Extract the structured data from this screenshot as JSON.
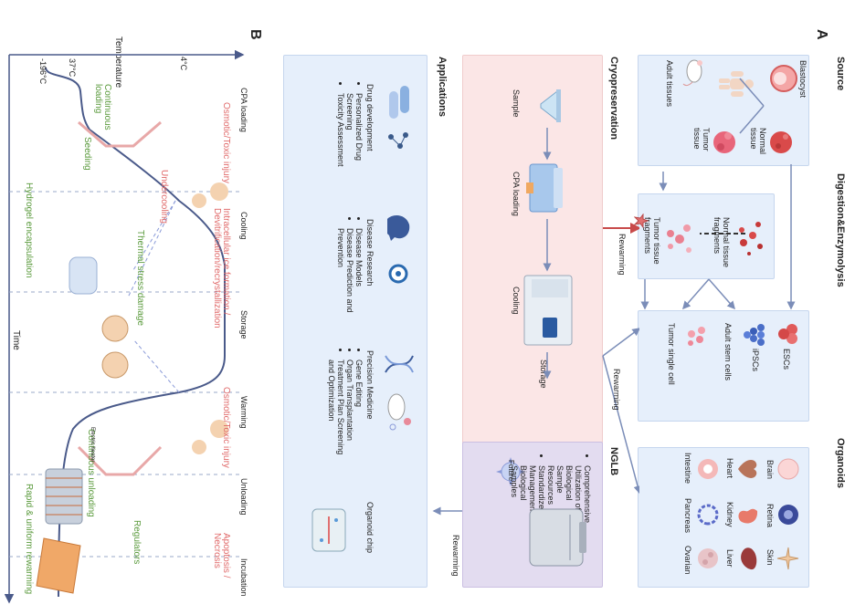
{
  "panel_a": {
    "letter": "A",
    "source": {
      "title": "Source",
      "items": [
        "Blastocyst",
        "Adult tissues",
        "Normal tissue",
        "Tumor tissue"
      ]
    },
    "digestion": {
      "title": "Digestion&Enzymolysis",
      "items": [
        "Normal tissue fragments",
        "Tumor tissue fragments"
      ]
    },
    "cells": {
      "items": [
        "ESCs",
        "iPSCs",
        "Adult stem cells",
        "Tumor single cell"
      ]
    },
    "organoids": {
      "title": "Organoids",
      "items": [
        "Brain",
        "Retina",
        "Skin",
        "Heart",
        "Kidney",
        "Liver",
        "Intestine",
        "Pancreas",
        "Ovarian"
      ]
    },
    "cryopreservation": {
      "title": "Cryopreservation",
      "steps": [
        "Sample",
        "CPA loading",
        "Cooling",
        "Storage"
      ]
    },
    "nglb": {
      "title": "NGLB",
      "future": "Future",
      "bullets": [
        "Comprehensive Utilization of Biological Sample Resources",
        "Standardized Management of Biological Samples"
      ]
    },
    "applications": {
      "title": "Applications",
      "groups": [
        {
          "title": "Drug development",
          "bullets": [
            "Personalized Drug Screening",
            "Toxicity Assessment"
          ]
        },
        {
          "title": "Disease Research",
          "bullets": [
            "Disease Models",
            "Disease Prediction and Prevention"
          ]
        },
        {
          "title": "Precision Medicine",
          "bullets": [
            "Gene Editing",
            "Organ Transplantation",
            "Treatment Plan Screening and Optimization"
          ]
        },
        {
          "title": "Organoid chip",
          "bullets": []
        }
      ]
    },
    "rewarming_labels": [
      "Rewarming",
      "Rewarming",
      "Rewarming"
    ]
  },
  "panel_b": {
    "letter": "B",
    "x_axis_label": "Time",
    "y_axis_label": "Temperature",
    "temperatures": [
      "37°C",
      "4°C",
      "-196°C"
    ],
    "stages": [
      "CPA loading",
      "Cooling",
      "Storage",
      "Warming",
      "Unloading",
      "Incubation"
    ],
    "injuries": [
      "Osmotic/Toxic injury",
      "Undercooling",
      "Intracellular ice formation / Devitrification/recrystallization",
      "Thermal stress damage",
      "Osmotic/Toxic injury",
      "Apoptosis / Necrosis"
    ],
    "strategies": [
      "Continuous loading",
      "Seeding",
      "Hydrogel encapsulation",
      "Continuous unloading",
      "Regulators",
      "Rapid & uniform rewarming"
    ],
    "device_label": "Electric heater"
  },
  "colors": {
    "blue_panel": "#e6effb",
    "pink_panel": "#fbe6e6",
    "purple_panel": "#e3dcf0",
    "arrow": "#7b8db8",
    "green_text": "#5a9a3c",
    "red_text": "#e06a6a"
  }
}
